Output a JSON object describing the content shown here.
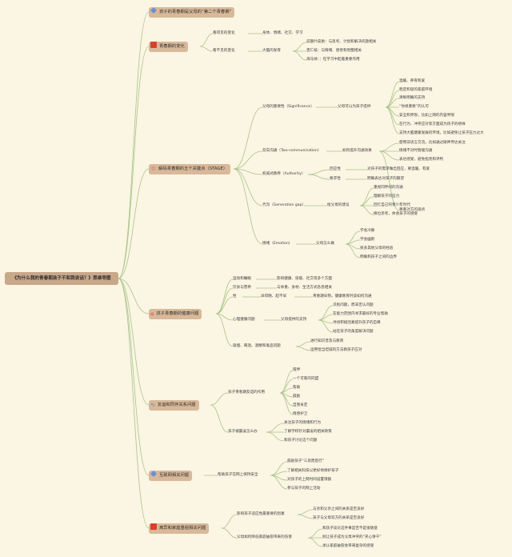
{
  "root": "《为什么我的青春期孩子不和我说话？》思维导图",
  "branches": {
    "b0": "孩子的青春期是父母的“第二个青春期”",
    "b1": {
      "title": "青春期的变化",
      "visible": "看得见的变化",
      "visible_items": "身体、情绪、社交、学习",
      "invisible": "看不见的变化",
      "brain": "大脑的发育",
      "brain_items": [
        "前额叶皮质：与思考、计划和解决问题相关",
        "杏仁核：与情绪、感觉和觉醒相关",
        "海马体：：在学习中起着重要作用"
      ]
    },
    "b2": {
      "title": "解码青春期的五个关键点（STAGE）",
      "sig": "父母的重要性（Significance）",
      "sig_sub": "父母可以为孩子提供",
      "sig_items": [
        "温暖、养育和爱",
        "稳定和谐的家庭环境",
        "清晰明确的支持",
        "“你很重要”的认可",
        "安全和界限，比如上网的内容界限",
        "在行为、冲突应对等方面成为孩子的榜样",
        "支持大脑健康发展的环境，比如避免让孩子压力过大"
      ],
      "two": "双向沟通（Two-communication）",
      "two_sub": "如何提升沟通效果",
      "two_items": [
        "使用非语言交流，比如通过眼神传达关注",
        "情绪不对时暂缓沟通",
        "表达感受，避免指责和评判",
        "尊重对方的观点"
      ],
      "auth": "权威式教养（Authority）",
      "resp": "回应性",
      "resp_item": "对孩子的需求做出回应，要温暖、有爱",
      "demand": "要求性",
      "demand_item": "明确表达对孩子的期望",
      "gap": "代沟（Generation gap）",
      "gap_sub": "给父母的建议",
      "gap_items": [
        "重视同伴间的沟通",
        "理解孩子的压力",
        "回忆自己的青少年时代",
        "换位思考，体会孩子的感受"
      ],
      "emo": "情绪（Emotion）",
      "emo_sub": "父母怎么做",
      "emo_items": [
        "学会冷静",
        "学会幽默",
        "很多其他父母的经验",
        "明确和孩子之间的边界"
      ]
    },
    "b3": {
      "title": "孩子青春期的健康问题",
      "sleep": "运动和睡眠",
      "sleep_item": "影响健康、技能、社交等多个方面",
      "body": "饮食与营养",
      "body_item": "与体重、身材、生活方式息息相关",
      "sex": "性",
      "sex_a": "早得晚、起不早",
      "sex_b": "青春期早熟，健康教育时该如何沟通",
      "mental": "心理健康问题",
      "mental_sub": "父母提供的支持",
      "mental_items": [
        "识别问题，而非否认问题",
        "在能力范围内寻求最好的专业帮助",
        "寻找积极因素提升孩子的自尊",
        "站在孩子的角度解决问题"
      ],
      "drug": "吸烟、喝酒、酒精和毒品问题",
      "drug_items": [
        "进行知识普及与教育",
        "运用恰当坦诚的方法教孩子应对"
      ]
    },
    "b4": {
      "title": "友谊和同伴关系问题",
      "role": "孩子青春期友谊的作用",
      "role_items": [
        "陪伴",
        "一个可靠的同盟",
        "帮助",
        "鼓励",
        "自我肯定",
        "情感护卫"
      ],
      "bully": "孩子被霸凌怎么办",
      "bully_items": [
        "关注孩子的情绪和行为",
        "了解学校针对霸凌的相关政策",
        "和孩子讨论这个问题"
      ]
    },
    "b5": {
      "title": "互联网相关问题",
      "sub": "帮助孩子在网上保持安全",
      "items": [
        "鼓励孩子“三思而后行”",
        "了解相关科技以更好地保护孩子",
        "对孩子的上网时间设置限额",
        "参与孩子的网上活动"
      ]
    },
    "b6": {
      "title": "离异和家庭重组相关问题",
      "factor": "影响孩子适应性最重要的因素",
      "factor_items": [
        "与亲和父亲之间的关系是否良好",
        "孩子与父母双方的关系是否良好"
      ],
      "reduce": "父母如何降低家庭破裂带来的伤害",
      "reduce_items": [
        "和孩子谈论这件事是否不是很随意",
        "别让孩子成为父母冲突的“夹心饼干”",
        "承认家庭破裂会带来复杂的感受"
      ]
    }
  },
  "colors": {
    "background": "#fbf5e3",
    "root": "#c9a789",
    "main_node": "#d8b999",
    "line": "#a8c48a",
    "icon_red": "#d9412f",
    "icon_blue": "#5a86d2"
  }
}
